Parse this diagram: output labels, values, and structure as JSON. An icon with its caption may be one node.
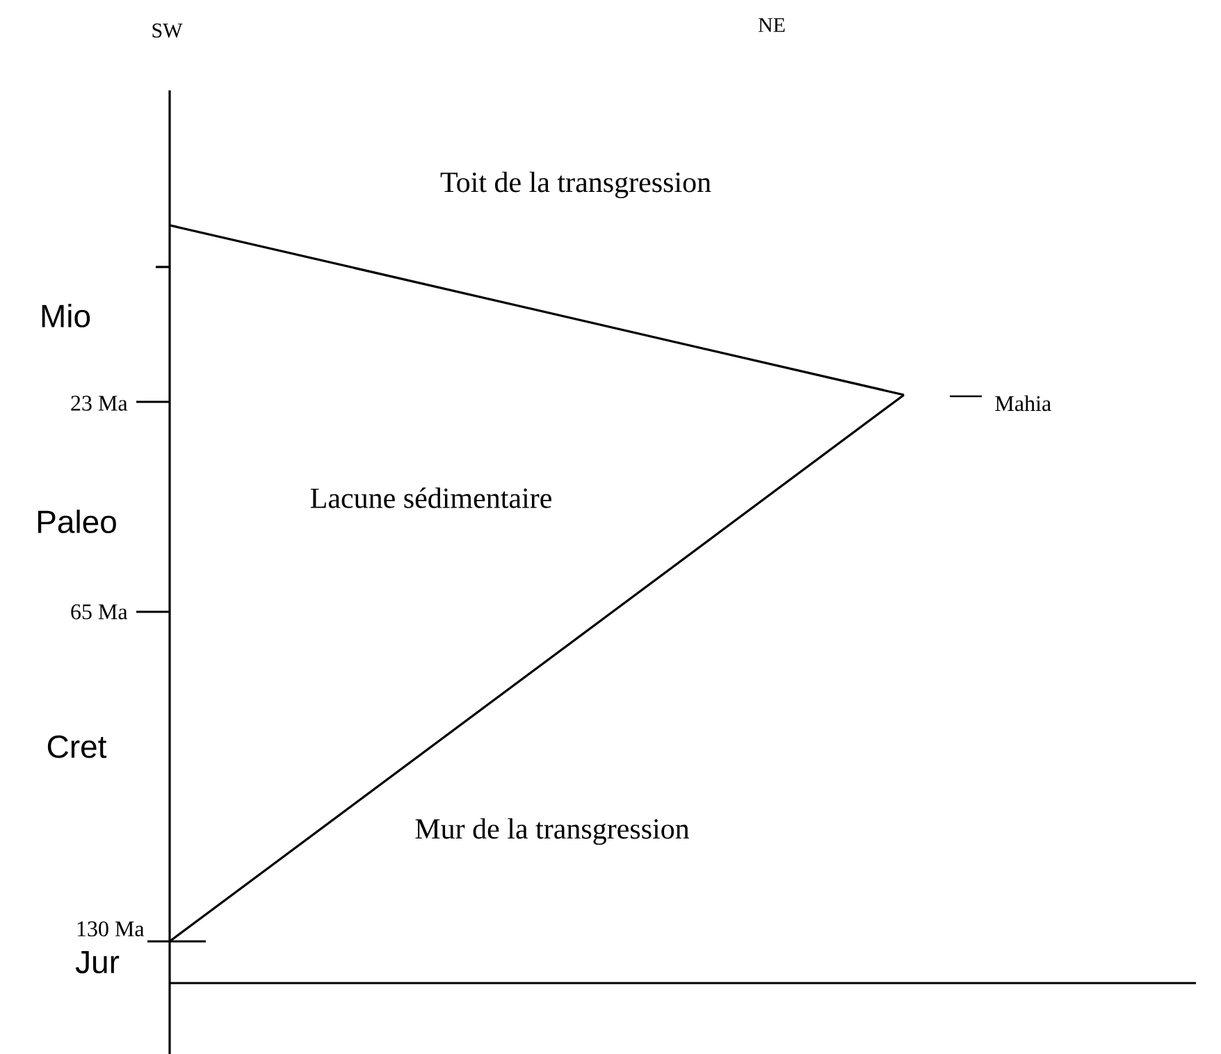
{
  "diagram": {
    "labels": [
      "SW",
      "NE",
      "Toit de la transgression",
      "Mio",
      "23 Ma",
      "Mahia",
      "Paleo",
      "Lacune sédimentaire",
      "65 Ma",
      "Cret",
      "Mur de la transgression",
      "130 Ma",
      "Jur"
    ]
  }
}
